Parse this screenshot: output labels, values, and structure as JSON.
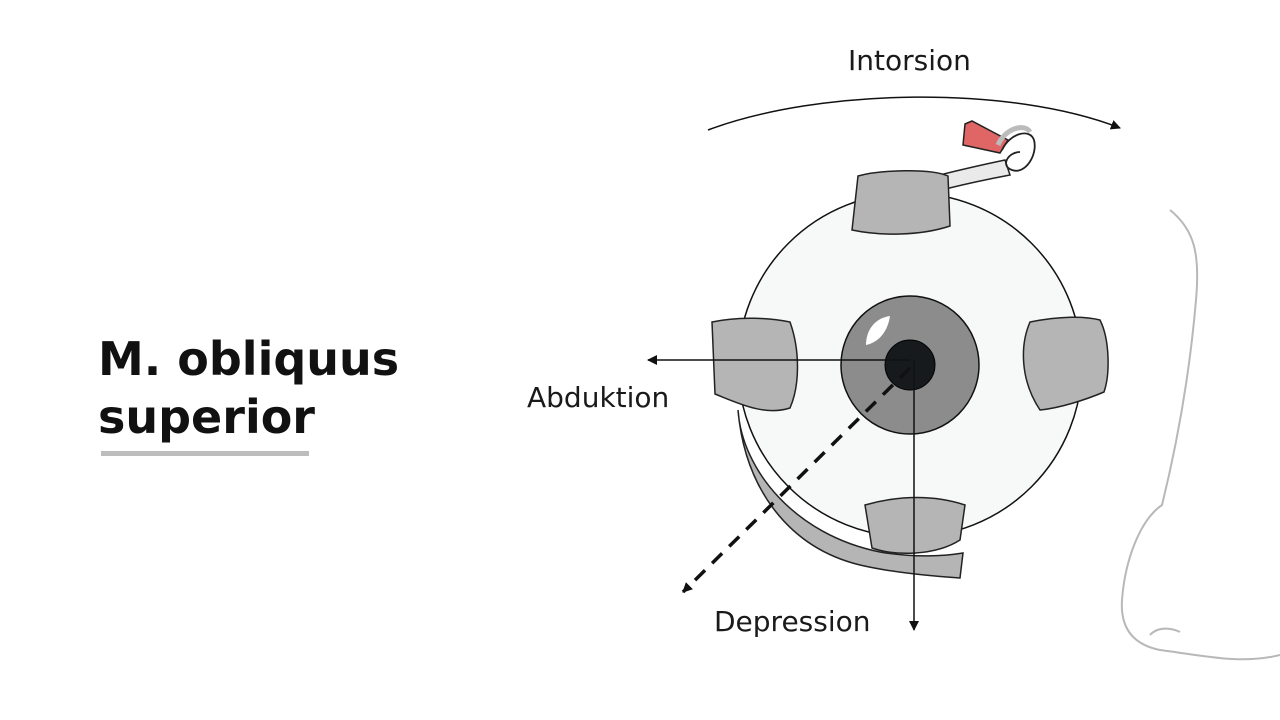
{
  "title": {
    "line1": "M. obliquus",
    "line2": "superior"
  },
  "labels": {
    "intorsion": "Intorsion",
    "abduktion": "Abduktion",
    "depression": "Depression"
  },
  "colors": {
    "title_underline": "#bdbdbd",
    "muscle": "#b0b0b0",
    "eyeball": "#f7f8f8",
    "iris": "#8c8c8c",
    "trochlea_tendon": "#e06666"
  }
}
